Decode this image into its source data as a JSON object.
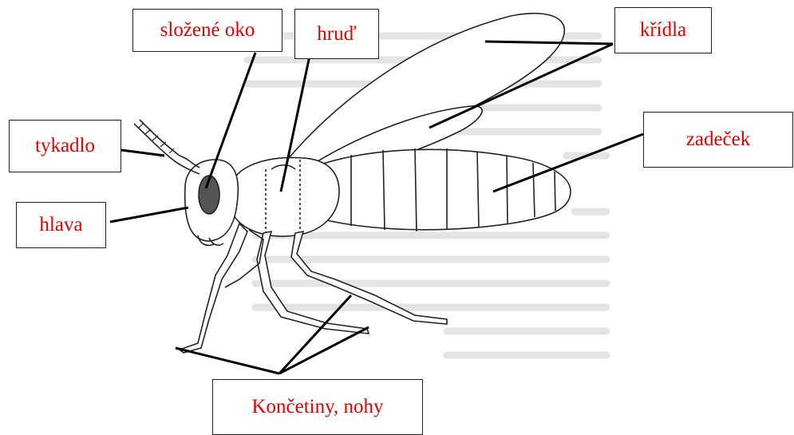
{
  "labels": {
    "compound_eye": "složené oko",
    "thorax": "hruď",
    "wings": "křídla",
    "antenna": "tykadlo",
    "abdomen": "zadeček",
    "head": "hlava",
    "legs": "Končetiny, nohy"
  },
  "colors": {
    "label_text": "#e00000",
    "outline": "#222222",
    "eye": "#555555"
  }
}
